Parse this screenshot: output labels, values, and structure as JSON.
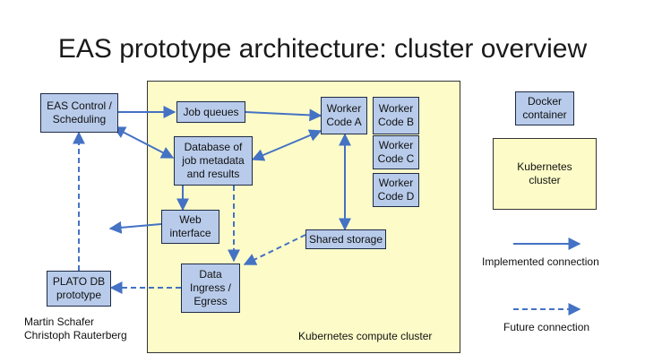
{
  "title": "EAS prototype architecture: cluster overview",
  "cluster_label": "Kubernetes compute cluster",
  "nodes": {
    "eas_control": "EAS Control /\nScheduling",
    "job_queues": "Job queues",
    "database": "Database of\njob metadata\nand results",
    "web_interface": "Web\ninterface",
    "worker_a": "Worker\nCode A",
    "worker_b": "Worker\nCode B",
    "worker_c": "Worker\nCode C",
    "worker_d": "Worker\nCode D",
    "shared_storage": "Shared storage",
    "data_ingress": "Data\nIngress /\nEgress",
    "plato_db": "PLATO DB\nprototype"
  },
  "legend": {
    "docker_container": "Docker\ncontainer",
    "kubernetes_cluster": "Kubernetes\ncluster",
    "implemented": "Implemented connection",
    "future": "Future connection"
  },
  "authors": "Martin Schafer\nChristoph Rauterberg",
  "colors": {
    "node_fill": "#b8cbea",
    "cluster_fill": "#fdfcc8",
    "arrow": "#4472c4"
  }
}
